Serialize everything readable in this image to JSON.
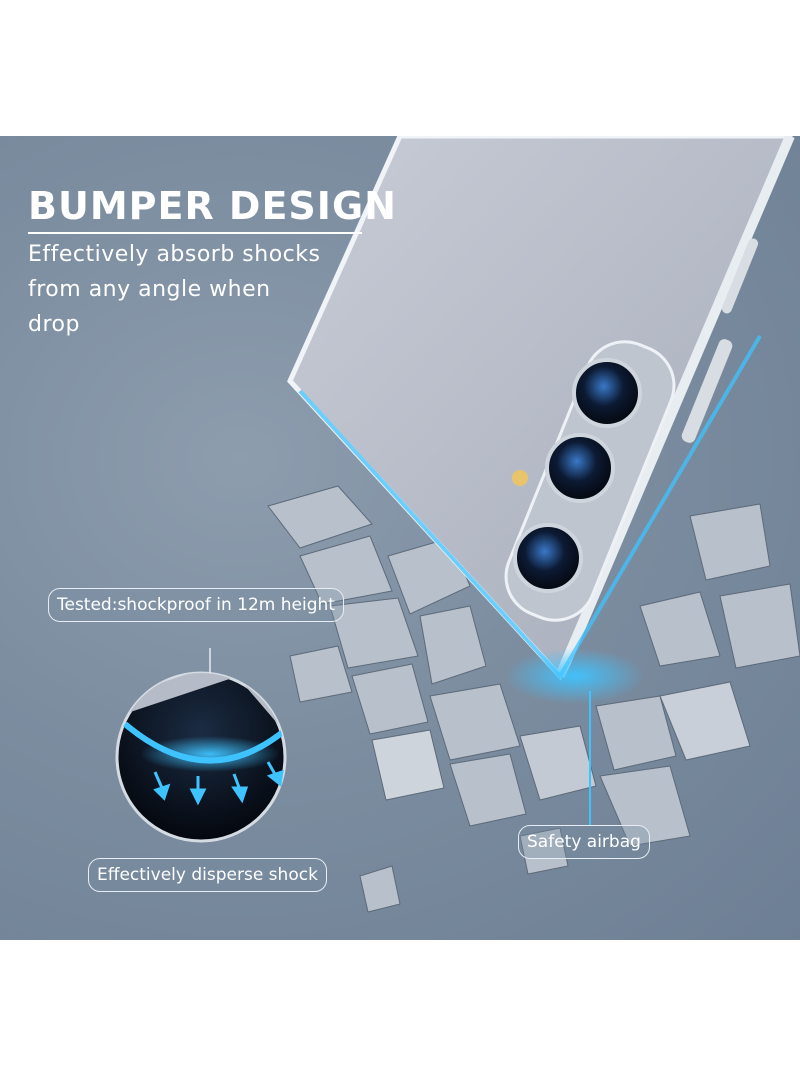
{
  "banner": {
    "title": "BUMPER DESIGN",
    "subtitle": "Effectively absorb shocks from any angle when drop"
  },
  "callouts": {
    "tested": "Tested:shockproof in 12m height",
    "safety_airbag": "Safety airbag",
    "disperse": "Effectively disperse shock"
  },
  "colors": {
    "background": "#7c8da0",
    "accent_glow": "#3fc3ff",
    "text": "#ffffff"
  }
}
